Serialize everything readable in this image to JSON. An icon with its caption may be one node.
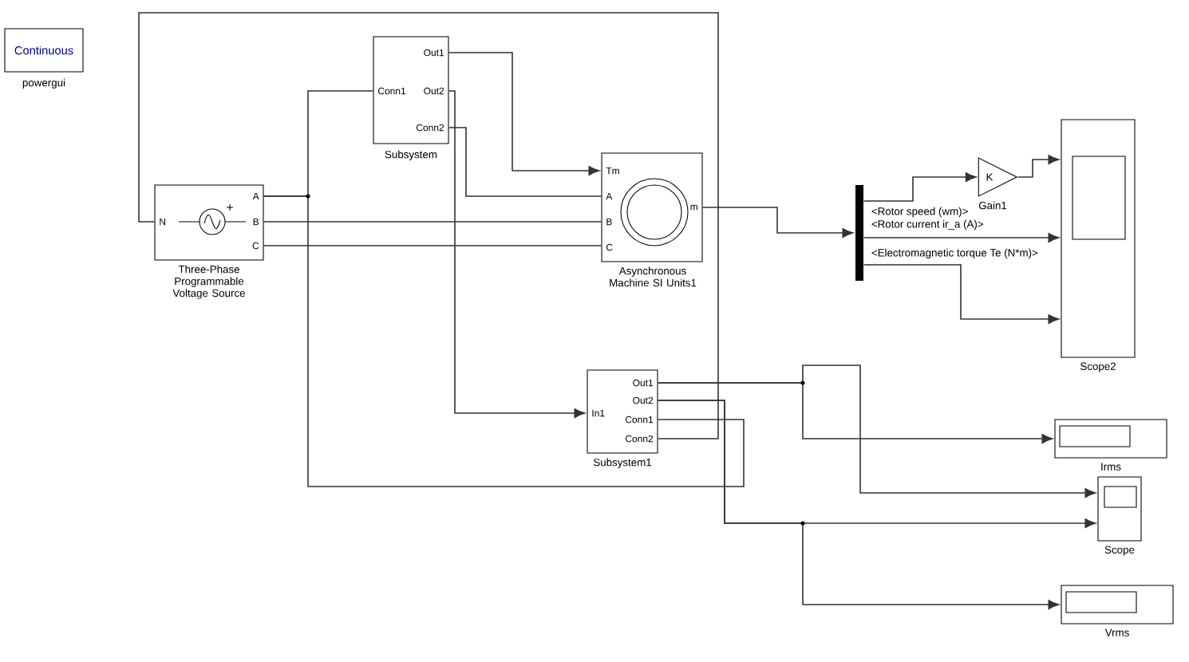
{
  "diagram": {
    "nodes": [
      {
        "text": [
          "Continuous"
        ],
        "beside": [
          "powergui"
        ]
      },
      {
        "text": [
          "Out1",
          "Conn1",
          "Out2",
          "Conn2"
        ],
        "beside": [
          "Subsystem"
        ]
      },
      {
        "text": [
          "N",
          "A",
          "B",
          "C"
        ],
        "beside": [
          "Three-Phase Programmable Voltage Source"
        ]
      },
      {
        "text": [
          "Tm",
          "A",
          "B",
          "C",
          "m"
        ],
        "beside": [
          "Asynchronous Machine SI Units1"
        ]
      },
      {
        "text": [],
        "shape": "bar"
      },
      {
        "text": [
          "K"
        ],
        "beside": [
          "Gain1"
        ]
      },
      {
        "text": [],
        "shape": "box",
        "beside": [
          "Scope2"
        ]
      },
      {
        "text": [
          "Out1",
          "Out2",
          "In1",
          "Conn1",
          "Conn2"
        ],
        "beside": [
          "Subsystem1"
        ]
      },
      {
        "text": [],
        "shape": "box",
        "beside": [
          "Irms"
        ]
      },
      {
        "text": [],
        "shape": "box",
        "beside": [
          "Scope"
        ]
      },
      {
        "text": [],
        "shape": "box",
        "beside": [
          "Vrms"
        ]
      }
    ],
    "edges": [
      {
        "from": 2,
        "to": 1,
        "arrow": "none"
      },
      {
        "from": 2,
        "to": 7,
        "arrow": "none"
      },
      {
        "from": 2,
        "to": 3,
        "arrow": "none"
      },
      {
        "from": 2,
        "to": 3,
        "arrow": "none"
      },
      {
        "from": 1,
        "to": 3,
        "arrow": "to"
      },
      {
        "from": 1,
        "to": 3,
        "arrow": "none"
      },
      {
        "from": 1,
        "to": 7,
        "arrow": "to"
      },
      {
        "from": 7,
        "to": 2,
        "arrow": "none"
      },
      {
        "from": 3,
        "to": 4,
        "arrow": "to"
      },
      {
        "from": 4,
        "to": 5,
        "arrow": "to",
        "label": "<Rotor speed (wm)>"
      },
      {
        "from": 5,
        "to": 6,
        "arrow": "to"
      },
      {
        "from": 4,
        "to": 6,
        "arrow": "to",
        "label": "<Rotor current ir_a (A)>"
      },
      {
        "from": 4,
        "to": 6,
        "arrow": "to",
        "label": "<Electromagnetic torque Te (N*m)>"
      },
      {
        "from": 7,
        "to": 8,
        "arrow": "to"
      },
      {
        "from": 7,
        "to": 9,
        "arrow": "to"
      },
      {
        "from": 7,
        "to": 9,
        "arrow": "to"
      },
      {
        "from": 7,
        "to": 10,
        "arrow": "to"
      }
    ]
  }
}
